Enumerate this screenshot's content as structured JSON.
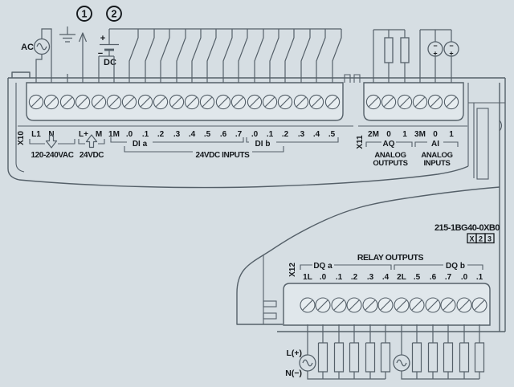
{
  "colors": {
    "background": "#d6dee3",
    "line": "#556069",
    "text": "#15191d",
    "block_fill": "#e0e7eb"
  },
  "callouts": {
    "c1": "1",
    "c2": "2"
  },
  "power": {
    "ac_label": "AC",
    "dc_label": "DC",
    "dc_plus": "+",
    "dc_minus": "−"
  },
  "x10": {
    "connector": "X10",
    "terminals": [
      "L1",
      "N",
      "L+",
      "M",
      "1M",
      ".0",
      ".1",
      ".2",
      ".3",
      ".4",
      ".5",
      ".6",
      ".7",
      ".0",
      ".1",
      ".2",
      ".3",
      ".4",
      ".5"
    ],
    "mains_group": "120-240VAC",
    "sensor_group": "24VDC",
    "di_a": "DI a",
    "di_b": "DI b",
    "inputs_group": "24VDC INPUTS"
  },
  "x11": {
    "connector": "X11",
    "terminals": [
      "2M",
      "0",
      "1",
      "3M",
      "0",
      "1"
    ],
    "aq": "AQ",
    "ai": "AI",
    "aq_caption": [
      "ANALOG",
      "OUTPUTS"
    ],
    "ai_caption": [
      "ANALOG",
      "INPUTS"
    ],
    "source_minus": "−",
    "source_plus": "+"
  },
  "module": {
    "part_number": "215-1BG40-0XB0",
    "order_boxes": [
      "X",
      "2",
      "3"
    ]
  },
  "x12": {
    "connector": "X12",
    "header": "RELAY OUTPUTS",
    "dq_a": "DQ a",
    "dq_b": "DQ b",
    "terminals": [
      "1L",
      ".0",
      ".1",
      ".2",
      ".3",
      ".4",
      "2L",
      ".5",
      ".6",
      ".7",
      ".0",
      ".1"
    ]
  },
  "load_rail": {
    "line": "L(+)",
    "neutral": "N(−)"
  }
}
